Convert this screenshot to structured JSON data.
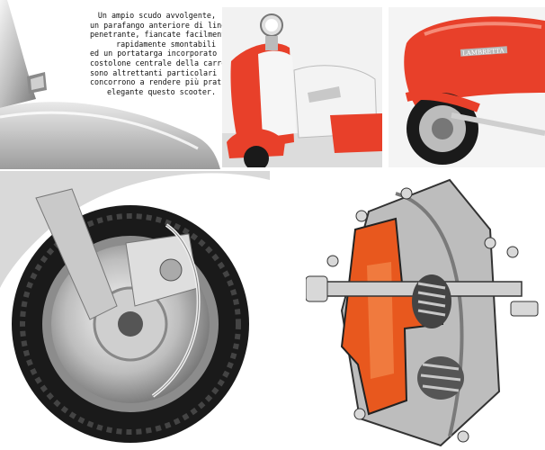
{
  "caption": {
    "lines": [
      "Un ampio scudo avvolgente,",
      "un parafango anteriore di linea",
      "penetrante, fiancate facilmente e",
      "rapidamente smontabili",
      "ed un portatarga incorporato nel",
      "costolone centrale della carrozzeria",
      "sono altrettanti particolari che",
      "concorrono a rendere più pratico ed",
      "elegante questo scooter."
    ]
  },
  "badge_text": "LAMBRETTA",
  "colors": {
    "body_red": "#e8402a",
    "cutaway_orange": "#e8581e",
    "chrome": "#d8d8d8",
    "tyre": "#1a1a1a"
  }
}
